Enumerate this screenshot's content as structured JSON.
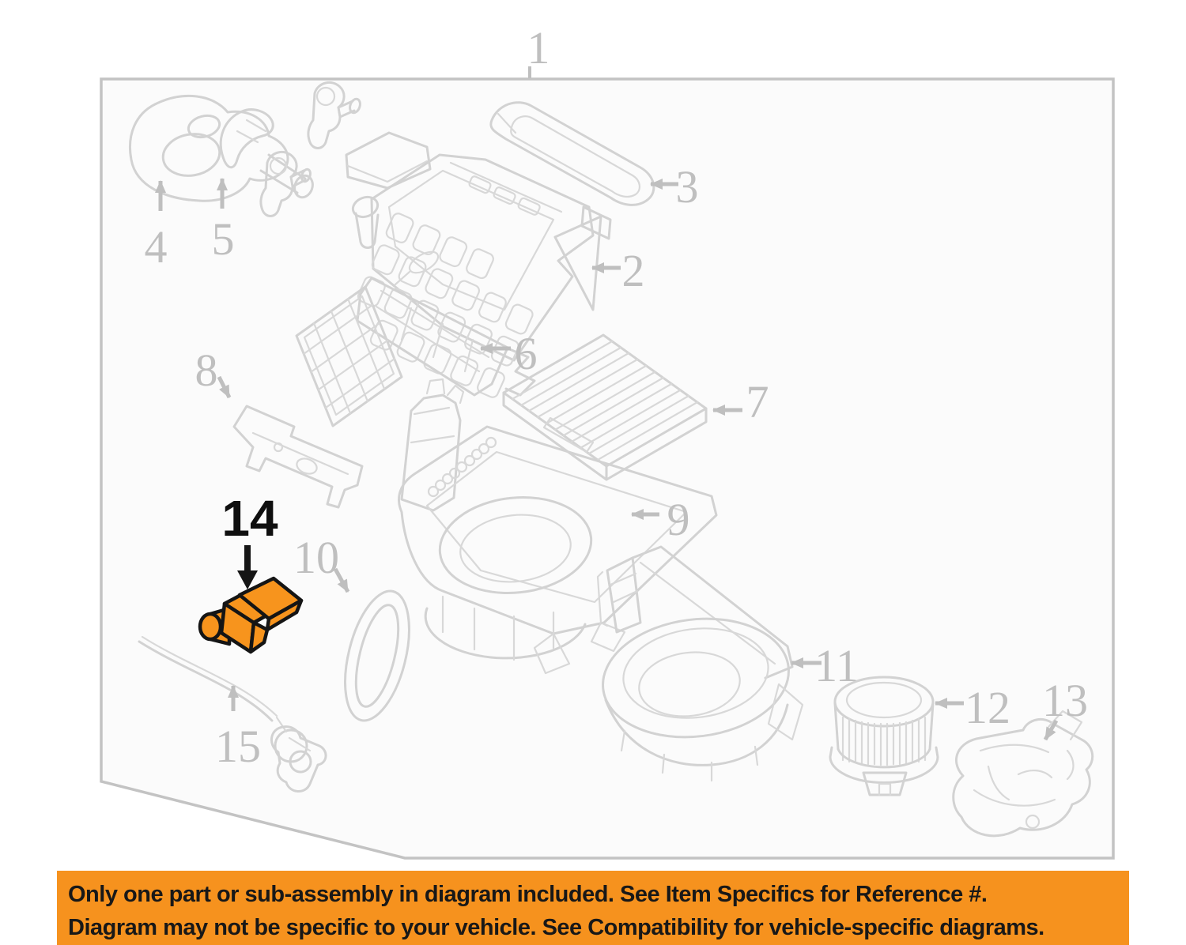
{
  "diagram": {
    "labels": [
      {
        "id": "1",
        "text": "1"
      },
      {
        "id": "2",
        "text": "2"
      },
      {
        "id": "3",
        "text": "3"
      },
      {
        "id": "4",
        "text": "4"
      },
      {
        "id": "5",
        "text": "5"
      },
      {
        "id": "6",
        "text": "6"
      },
      {
        "id": "7",
        "text": "7"
      },
      {
        "id": "8",
        "text": "8"
      },
      {
        "id": "9",
        "text": "9"
      },
      {
        "id": "10",
        "text": "10"
      },
      {
        "id": "11",
        "text": "11"
      },
      {
        "id": "12",
        "text": "12"
      },
      {
        "id": "13",
        "text": "13"
      },
      {
        "id": "14",
        "text": "14"
      },
      {
        "id": "15",
        "text": "15"
      }
    ],
    "highlighted_label": "14"
  },
  "colors": {
    "highlight_orange": "#F7941D",
    "banner_orange": "#F6921E",
    "line_art_gray": "#d2d2d2",
    "label_gray": "#bfbfbf",
    "outline_black": "#151515"
  },
  "banner": {
    "line1": "Only one part or sub-assembly in diagram included. See Item Specifics for Reference #.",
    "line2": "Diagram may not be specific to your vehicle. See Compatibility for vehicle-specific diagrams."
  }
}
